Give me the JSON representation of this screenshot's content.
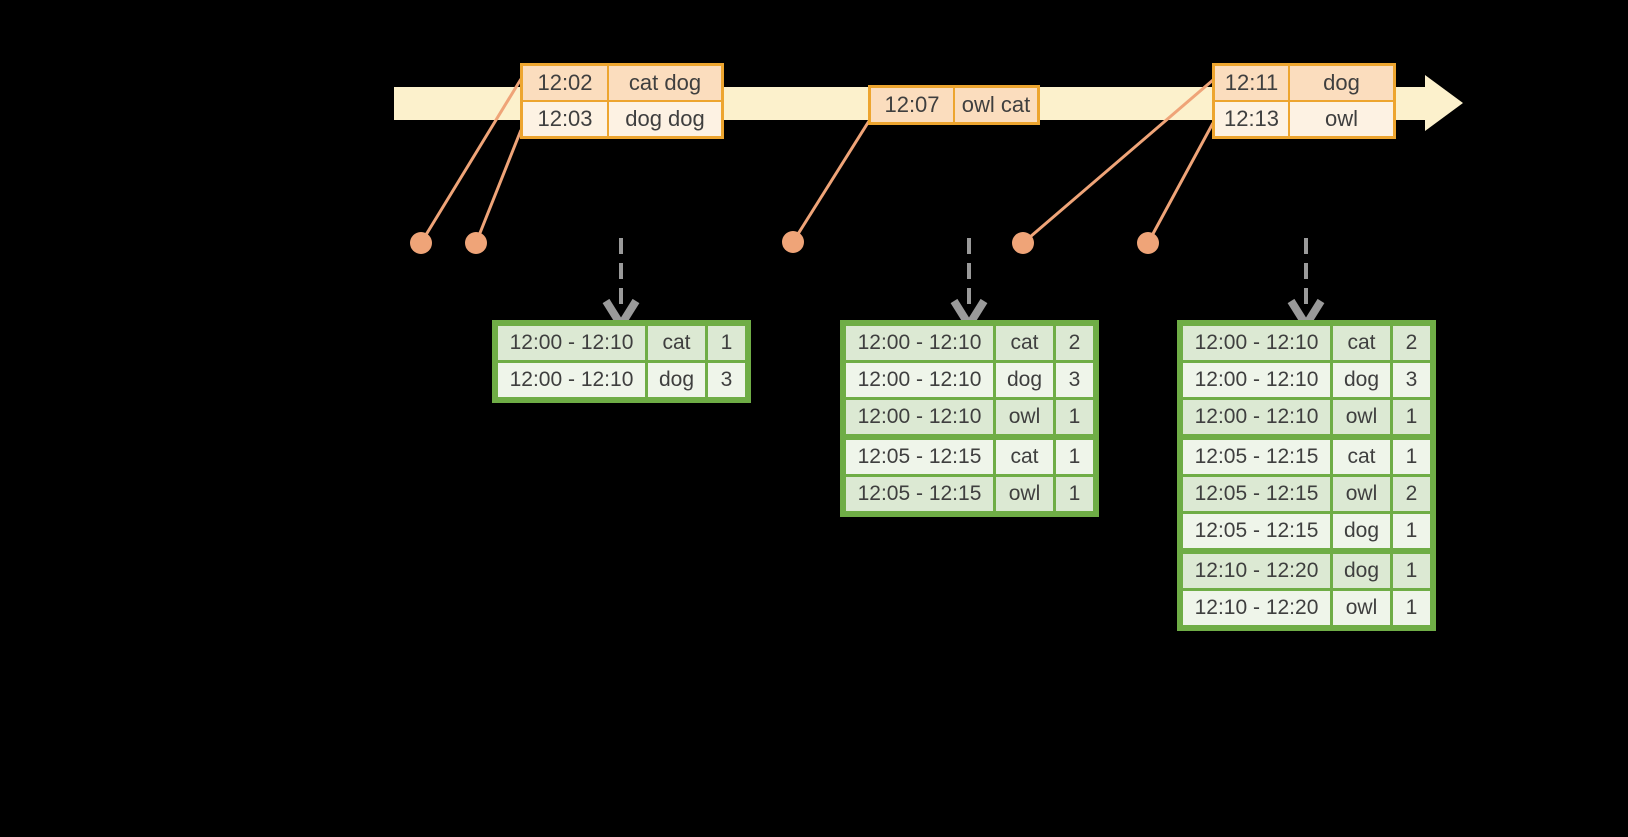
{
  "colors": {
    "background": "#000000",
    "timeline_band": "#fcf1cc",
    "event_table_border": "#eda52f",
    "event_cell_dark": "#fbddbe",
    "event_cell_light": "#fdf2e3",
    "result_table_border": "#6fad46",
    "result_cell_dark": "#dce9d3",
    "result_cell_light": "#eff5ea",
    "event_dot": "#efa478",
    "trigger_arrow": "#9a9a9a",
    "text": "#3f3f3f"
  },
  "timeline": {
    "batches": [
      {
        "rows": [
          {
            "time": "12:02",
            "words": "cat dog"
          },
          {
            "time": "12:03",
            "words": "dog dog"
          }
        ]
      },
      {
        "rows": [
          {
            "time": "12:07",
            "words": "owl cat"
          }
        ]
      },
      {
        "rows": [
          {
            "time": "12:11",
            "words": "dog"
          },
          {
            "time": "12:13",
            "words": "owl"
          }
        ]
      }
    ]
  },
  "results": [
    {
      "groups": [
        {
          "rows": [
            [
              "12:00 - 12:10",
              "cat",
              "1"
            ],
            [
              "12:00 - 12:10",
              "dog",
              "3"
            ]
          ]
        }
      ]
    },
    {
      "groups": [
        {
          "rows": [
            [
              "12:00 - 12:10",
              "cat",
              "2"
            ],
            [
              "12:00 - 12:10",
              "dog",
              "3"
            ],
            [
              "12:00 - 12:10",
              "owl",
              "1"
            ]
          ]
        },
        {
          "rows": [
            [
              "12:05 - 12:15",
              "cat",
              "1"
            ],
            [
              "12:05 - 12:15",
              "owl",
              "1"
            ]
          ]
        }
      ]
    },
    {
      "groups": [
        {
          "rows": [
            [
              "12:00 - 12:10",
              "cat",
              "2"
            ],
            [
              "12:00 - 12:10",
              "dog",
              "3"
            ],
            [
              "12:00 - 12:10",
              "owl",
              "1"
            ]
          ]
        },
        {
          "rows": [
            [
              "12:05 - 12:15",
              "cat",
              "1"
            ],
            [
              "12:05 - 12:15",
              "owl",
              "2"
            ],
            [
              "12:05 - 12:15",
              "dog",
              "1"
            ]
          ]
        },
        {
          "rows": [
            [
              "12:10 - 12:20",
              "dog",
              "1"
            ],
            [
              "12:10 - 12:20",
              "owl",
              "1"
            ]
          ]
        }
      ]
    }
  ]
}
